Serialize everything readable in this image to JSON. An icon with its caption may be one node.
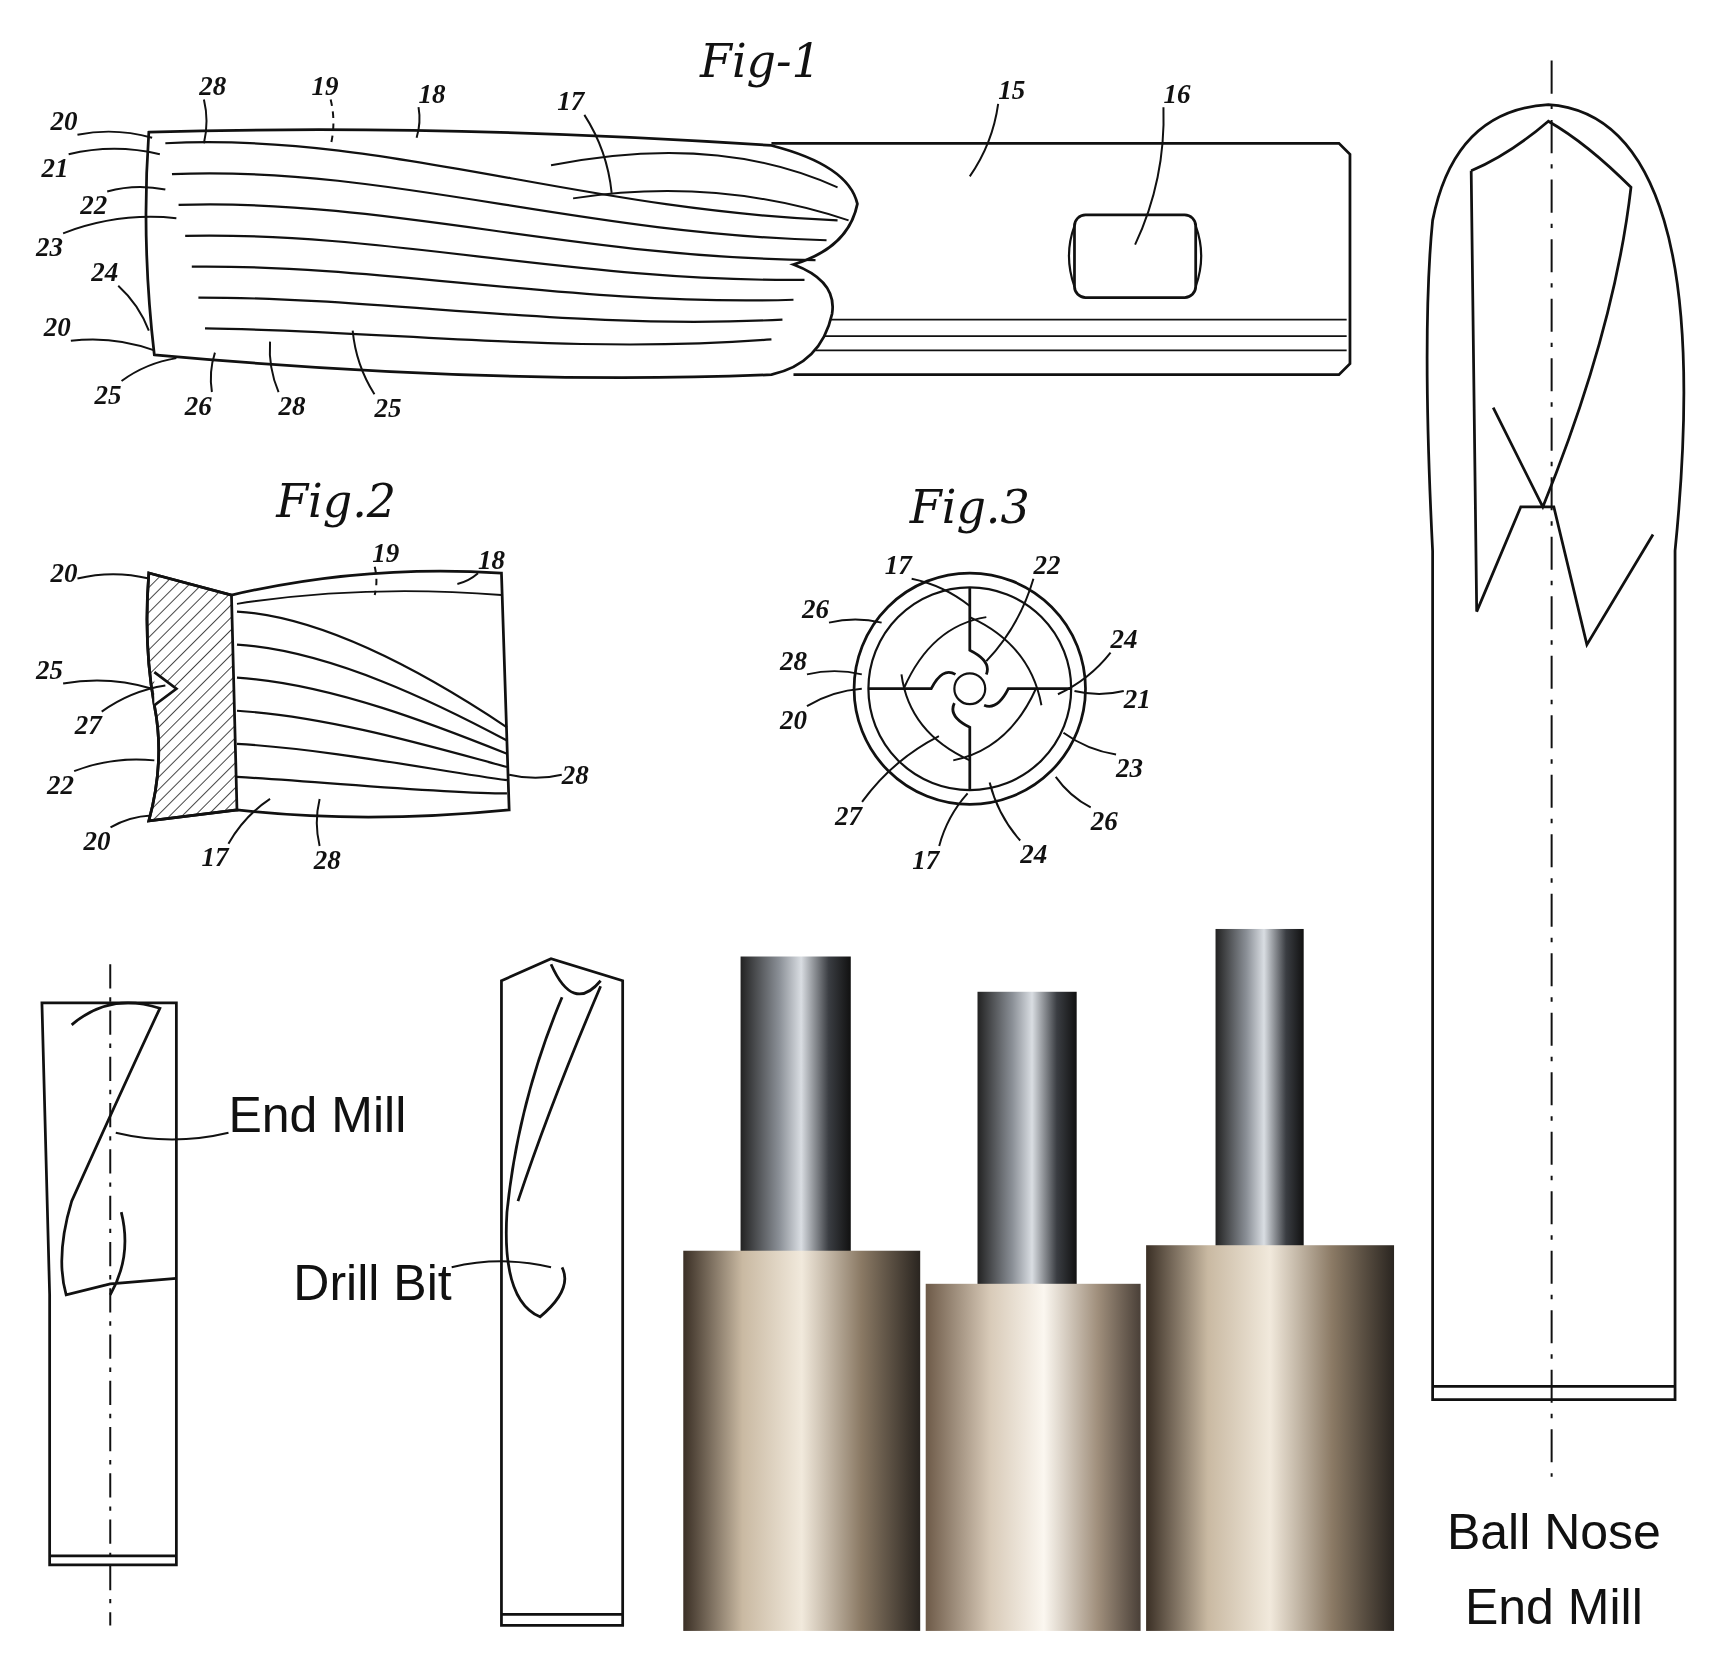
{
  "diagram": {
    "nodes": [
      {
        "text": [
          "28"
        ]
      },
      {
        "text": [
          "19"
        ]
      },
      {
        "text": [
          "18"
        ]
      },
      {
        "text": [
          "17"
        ]
      },
      {
        "text": [
          "15"
        ]
      },
      {
        "text": [
          "16"
        ]
      },
      {
        "text": [
          "20"
        ]
      },
      {
        "text": [
          "21"
        ]
      },
      {
        "text": [
          "22"
        ]
      },
      {
        "text": [
          "23"
        ]
      },
      {
        "text": [
          "24"
        ]
      },
      {
        "text": [
          "20"
        ]
      },
      {
        "text": [
          "25"
        ]
      },
      {
        "text": [
          "26"
        ]
      },
      {
        "text": [
          "28"
        ]
      },
      {
        "text": [
          "25"
        ]
      },
      {
        "text": [
          "20"
        ]
      },
      {
        "text": [
          "19"
        ]
      },
      {
        "text": [
          "18"
        ]
      },
      {
        "text": [
          "25"
        ]
      },
      {
        "text": [
          "27"
        ]
      },
      {
        "text": [
          "22"
        ]
      },
      {
        "text": [
          "20"
        ]
      },
      {
        "text": [
          "17"
        ]
      },
      {
        "text": [
          "28"
        ]
      },
      {
        "text": [
          "28"
        ]
      },
      {
        "text": [
          "17"
        ]
      },
      {
        "text": [
          "22"
        ]
      },
      {
        "text": [
          "26"
        ]
      },
      {
        "text": [
          "24"
        ]
      },
      {
        "text": [
          "28"
        ]
      },
      {
        "text": [
          "21"
        ]
      },
      {
        "text": [
          "20"
        ]
      },
      {
        "text": [
          "23"
        ]
      },
      {
        "text": [
          "27"
        ]
      },
      {
        "text": [
          "26"
        ]
      },
      {
        "text": [
          "17"
        ]
      },
      {
        "text": [
          "24"
        ]
      },
      {
        "text": [
          "End Mill"
        ]
      },
      {
        "text": [
          "Drill Bit"
        ]
      },
      {
        "text": [],
        "shape": "picture"
      },
      {
        "text": [],
        "shape": "picture"
      },
      {
        "text": [],
        "shape": "picture"
      },
      {
        "text": [],
        "shape": "picture"
      },
      {
        "text": [],
        "shape": "picture"
      },
      {
        "text": [],
        "shape": "picture",
        "beside": [
          "Ball Nose End Mill"
        ]
      }
    ],
    "edges": [
      {
        "from": 0,
        "to": 40,
        "arrow": "none"
      },
      {
        "from": 1,
        "to": 40,
        "arrow": "none",
        "style": "dashed"
      },
      {
        "from": 2,
        "to": 40,
        "arrow": "none"
      },
      {
        "from": 3,
        "to": 40,
        "arrow": "none"
      },
      {
        "from": 4,
        "to": 40,
        "arrow": "none"
      },
      {
        "from": 5,
        "to": 40,
        "arrow": "none"
      },
      {
        "from": 6,
        "to": 40,
        "arrow": "none"
      },
      {
        "from": 7,
        "to": 40,
        "arrow": "none"
      },
      {
        "from": 8,
        "to": 40,
        "arrow": "none"
      },
      {
        "from": 9,
        "to": 40,
        "arrow": "none"
      },
      {
        "from": 10,
        "to": 40,
        "arrow": "none"
      },
      {
        "from": 11,
        "to": 40,
        "arrow": "none"
      },
      {
        "from": 12,
        "to": 40,
        "arrow": "none"
      },
      {
        "from": 13,
        "to": 40,
        "arrow": "none"
      },
      {
        "from": 14,
        "to": 40,
        "arrow": "none"
      },
      {
        "from": 15,
        "to": 40,
        "arrow": "none"
      },
      {
        "from": 16,
        "to": 41,
        "arrow": "none"
      },
      {
        "from": 17,
        "to": 41,
        "arrow": "none",
        "style": "dashed"
      },
      {
        "from": 18,
        "to": 41,
        "arrow": "none"
      },
      {
        "from": 19,
        "to": 41,
        "arrow": "none"
      },
      {
        "from": 20,
        "to": 41,
        "arrow": "none"
      },
      {
        "from": 21,
        "to": 41,
        "arrow": "none"
      },
      {
        "from": 22,
        "to": 41,
        "arrow": "none"
      },
      {
        "from": 23,
        "to": 41,
        "arrow": "none"
      },
      {
        "from": 24,
        "to": 41,
        "arrow": "none"
      },
      {
        "from": 25,
        "to": 41,
        "arrow": "none"
      },
      {
        "from": 26,
        "to": 42,
        "arrow": "none"
      },
      {
        "from": 27,
        "to": 42,
        "arrow": "none"
      },
      {
        "from": 28,
        "to": 42,
        "arrow": "none"
      },
      {
        "from": 29,
        "to": 42,
        "arrow": "none"
      },
      {
        "from": 30,
        "to": 42,
        "arrow": "none"
      },
      {
        "from": 31,
        "to": 42,
        "arrow": "none"
      },
      {
        "from": 32,
        "to": 42,
        "arrow": "none"
      },
      {
        "from": 33,
        "to": 42,
        "arrow": "none"
      },
      {
        "from": 34,
        "to": 42,
        "arrow": "none"
      },
      {
        "from": 35,
        "to": 42,
        "arrow": "none"
      },
      {
        "from": 36,
        "to": 42,
        "arrow": "none"
      },
      {
        "from": 37,
        "to": 42,
        "arrow": "none"
      },
      {
        "from": 38,
        "to": 43,
        "arrow": "none"
      },
      {
        "from": 39,
        "to": 44,
        "arrow": "none"
      }
    ],
    "labels": [
      "Fig-1",
      "Fig.2",
      "Fig.3"
    ]
  }
}
